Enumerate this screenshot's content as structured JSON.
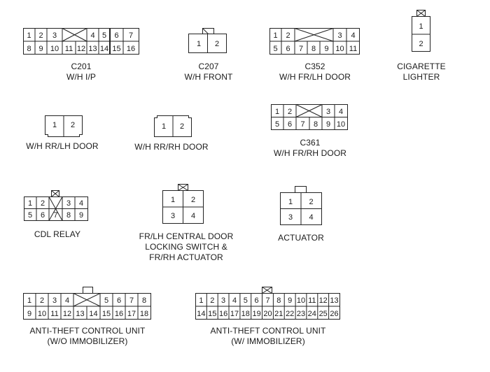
{
  "connectors": [
    {
      "id": "c201",
      "label": [
        "C201",
        "W/H I/P"
      ],
      "pins": [
        "1",
        "2",
        "3",
        "",
        "4",
        "5",
        "6",
        "7",
        "8",
        "9",
        "10",
        "11",
        "12",
        "13",
        "14",
        "15",
        "16"
      ],
      "rows": [
        [
          "1",
          "2",
          "3",
          "X",
          "4",
          "5",
          "6",
          "7"
        ],
        [
          "8",
          "9",
          "10",
          "11",
          "12",
          "13",
          "14",
          "15",
          "16"
        ]
      ]
    },
    {
      "id": "c207",
      "label": [
        "C207",
        "W/H FRONT"
      ],
      "rows": [
        [
          "1",
          "2"
        ]
      ]
    },
    {
      "id": "c352",
      "label": [
        "C352",
        "W/H FR/LH DOOR"
      ],
      "rows": [
        [
          "1",
          "2",
          "X",
          "3",
          "4"
        ],
        [
          "5",
          "6",
          "7",
          "8",
          "9",
          "10",
          "11"
        ]
      ]
    },
    {
      "id": "cigarette",
      "label": [
        "CIGARETTE",
        "LIGHTER"
      ],
      "rows": [
        [
          "1"
        ],
        [
          "2"
        ]
      ]
    },
    {
      "id": "rr-lh",
      "label": [
        "W/H RR/LH DOOR"
      ],
      "rows": [
        [
          "1",
          "2"
        ]
      ]
    },
    {
      "id": "rr-rh",
      "label": [
        "W/H RR/RH DOOR"
      ],
      "rows": [
        [
          "1",
          "2"
        ]
      ]
    },
    {
      "id": "c361",
      "label": [
        "C361",
        "W/H FR/RH DOOR"
      ],
      "rows": [
        [
          "1",
          "2",
          "X",
          "3",
          "4"
        ],
        [
          "5",
          "6",
          "7",
          "8",
          "9",
          "10"
        ]
      ]
    },
    {
      "id": "cdl",
      "label": [
        "CDL RELAY"
      ],
      "rows": [
        [
          "1",
          "2",
          "X",
          "3",
          "4"
        ],
        [
          "5",
          "6",
          "7",
          "8",
          "9"
        ]
      ]
    },
    {
      "id": "frlh-switch",
      "label": [
        "FR/LH CENTRAL DOOR",
        "LOCKING SWITCH &",
        "FR/RH ACTUATOR"
      ],
      "rows": [
        [
          "1",
          "2"
        ],
        [
          "3",
          "4"
        ]
      ]
    },
    {
      "id": "actuator",
      "label": [
        "ACTUATOR"
      ],
      "rows": [
        [
          "1",
          "2"
        ],
        [
          "3",
          "4"
        ]
      ]
    },
    {
      "id": "atcu-wo",
      "label": [
        "ANTI-THEFT CONTROL UNIT",
        "(W/O IMMOBILIZER)"
      ],
      "rows": [
        [
          "1",
          "2",
          "3",
          "4",
          "X",
          "5",
          "6",
          "7",
          "8"
        ],
        [
          "9",
          "10",
          "11",
          "12",
          "13",
          "14",
          "15",
          "16",
          "17",
          "18"
        ]
      ]
    },
    {
      "id": "atcu-w",
      "label": [
        "ANTI-THEFT CONTROL UNIT",
        "(W/ IMMOBILIZER)"
      ],
      "rows": [
        [
          "1",
          "2",
          "3",
          "4",
          "5",
          "6",
          "7",
          "8",
          "9",
          "10",
          "11",
          "12",
          "13"
        ],
        [
          "14",
          "15",
          "16",
          "17",
          "18",
          "19",
          "20",
          "21",
          "22",
          "23",
          "24",
          "25",
          "26"
        ]
      ]
    }
  ]
}
